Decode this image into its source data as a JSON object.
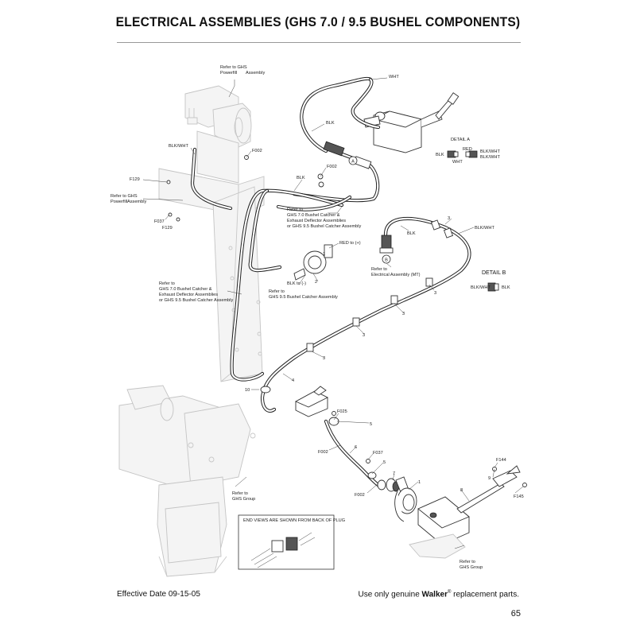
{
  "page": {
    "title": "ELECTRICAL ASSEMBLIES (GHS 7.0 / 9.5 BUSHEL COMPONENTS)",
    "effective_date": "Effective Date 09-15-05",
    "replacement_note_pre": "Use only genuine ",
    "brand": "Walker",
    "trademark": "®",
    "replacement_note_post": " replacement parts.",
    "page_number": "65"
  },
  "labels": {
    "refer_powerfill_1": "Refer to GHS",
    "refer_powerfill_2": "Powerfill",
    "refer_powerfill_3": "Assembly",
    "blk_wht": "BLK/WHT",
    "f002": "F002",
    "f129": "F129",
    "f037": "F037",
    "f025": "F025",
    "f144": "F144",
    "f145": "F145",
    "blk": "BLK",
    "wht": "WHT",
    "red": "RED",
    "red_plus": "RED to (+)",
    "blk_minus": "BLK to (-)",
    "detail_a": "DETAIL A",
    "detail_b": "DETAIL B",
    "circle_a": "A",
    "circle_b": "B",
    "refer_catcher_1": "Refer to",
    "refer_catcher_2": "GHS 7.0 Bushel Catcher &",
    "refer_catcher_3": "Exhaust Deflector Assemblies",
    "refer_catcher_4": "or GHS 9.5 Bushel Catcher Assembly",
    "refer_catcher_b1": "Refer to",
    "refer_catcher_b2": "GHS 7.0 Bushel Catcher &",
    "refer_catcher_b3": "Exhaust Deflector Assemblies",
    "refer_catcher_b4": "or GHS 9.5 Bushel Catcher Assembly",
    "refer_catcher_c1": "Refer to",
    "refer_catcher_c2": "GHS 9.5 Bushel Catcher Assembly",
    "refer_electrical_1": "Refer to",
    "refer_electrical_2": "Electrical Assembly (MT)",
    "refer_ghs_group_1": "Refer to",
    "refer_ghs_group_2": "GHS Group",
    "end_views": "END VIEWS ARE SHOWN FROM BACK OF PLUG",
    "n1": "1",
    "n2": "2",
    "n3": "3",
    "n4": "4",
    "n5": "5",
    "n6": "6",
    "n7": "7",
    "n8": "8",
    "n9": "9",
    "n10": "10"
  }
}
